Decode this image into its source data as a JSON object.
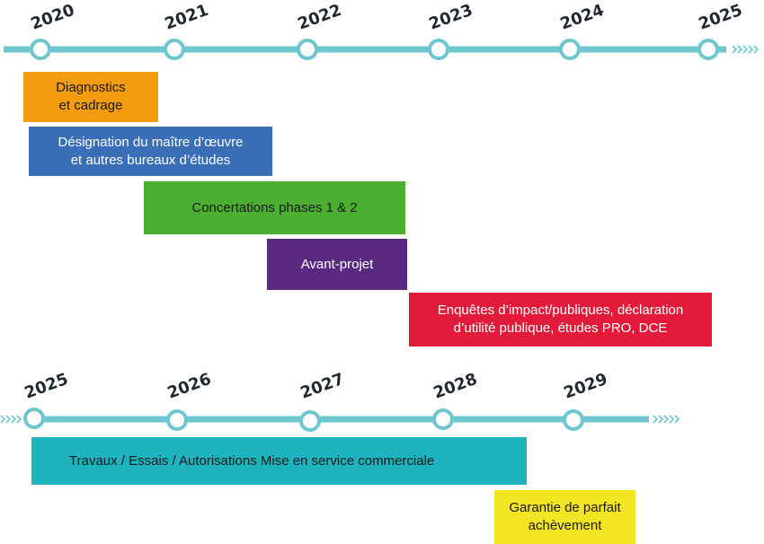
{
  "colors": {
    "timeline": "#6ec7cf",
    "node_fill": "#ffffff",
    "year_text": "#1f2a30"
  },
  "timeline_top": {
    "years": [
      "2020",
      "2021",
      "2022",
      "2023",
      "2024",
      "2025"
    ]
  },
  "timeline_bottom": {
    "years": [
      "2025",
      "2026",
      "2027",
      "2028",
      "2029"
    ]
  },
  "phases": {
    "diagnostics": {
      "label": "Diagnostics\net cadrage",
      "color": "#f39c12"
    },
    "moe": {
      "label": "Désignation du maître d’œuvre\net autres bureaux d’études",
      "color": "#3a6fb8"
    },
    "concertations": {
      "label": "Concertations phases 1 & 2",
      "color": "#4caf32"
    },
    "avant_projet": {
      "label": "Avant-projet",
      "color": "#5a2a82"
    },
    "enquetes": {
      "label": "Enquêtes d’impact/publiques, déclaration\nd’utilité publique, études PRO, DCE",
      "color": "#e31b3a"
    },
    "travaux": {
      "label": "Travaux / Essais / Autorisations Mise en service commerciale",
      "color": "#1db3bf"
    },
    "garantie": {
      "label": "Garantie de parfait\nachèvement",
      "color": "#f4e523"
    }
  }
}
